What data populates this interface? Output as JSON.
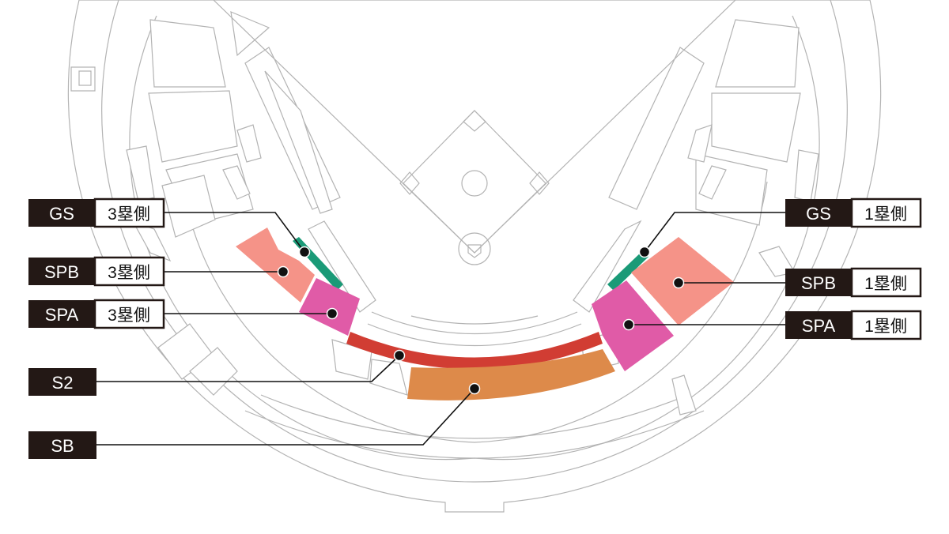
{
  "colors": {
    "GS": "#1a9a77",
    "SPB": "#f59388",
    "SPA": "#e05ba7",
    "S2": "#d13d33",
    "SB": "#dd8a4a",
    "outline": "#b3b3b3",
    "label_bg": "#231815"
  },
  "labels": [
    {
      "name": "GS",
      "side": "3塁側"
    },
    {
      "name": "SPB",
      "side": "3塁側"
    },
    {
      "name": "SPA",
      "side": "3塁側"
    },
    {
      "name": "S2",
      "side": ""
    },
    {
      "name": "SB",
      "side": ""
    },
    {
      "name": "GS",
      "side": "1塁側"
    },
    {
      "name": "SPB",
      "side": "1塁側"
    },
    {
      "name": "SPA",
      "side": "1塁側"
    }
  ]
}
